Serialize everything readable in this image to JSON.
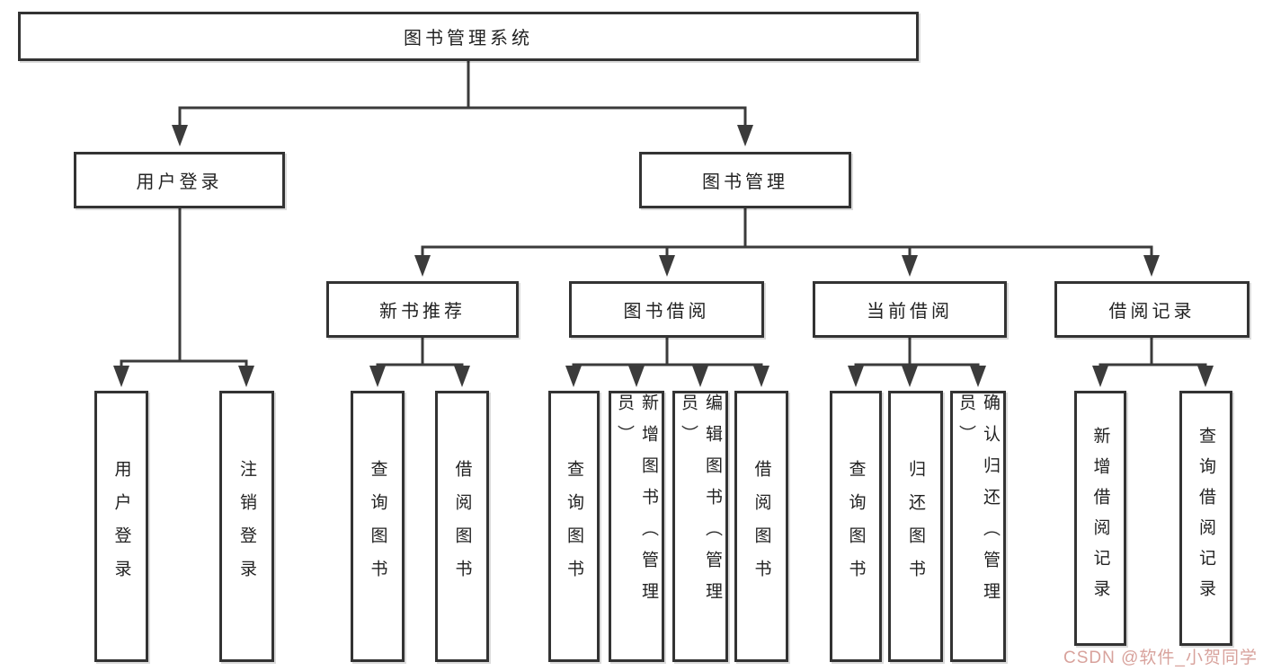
{
  "diagram_title": "图书管理系统",
  "tree": {
    "label": "图书管理系统",
    "children": [
      {
        "label": "用户登录",
        "children": [
          {
            "label": "用户登录"
          },
          {
            "label": "注销登录"
          }
        ]
      },
      {
        "label": "图书管理",
        "children": [
          {
            "label": "新书推荐",
            "children": [
              {
                "label": "查询图书"
              },
              {
                "label": "借阅图书"
              }
            ]
          },
          {
            "label": "图书借阅",
            "children": [
              {
                "label": "查询图书"
              },
              {
                "label": "新增图书（管理员）"
              },
              {
                "label": "编辑图书（管理员）"
              },
              {
                "label": "借阅图书"
              }
            ]
          },
          {
            "label": "当前借阅",
            "children": [
              {
                "label": "查询图书"
              },
              {
                "label": "归还图书"
              },
              {
                "label": "确认归还（管理员）"
              }
            ]
          },
          {
            "label": "借阅记录",
            "children": [
              {
                "label": "新增借阅记录"
              },
              {
                "label": "查询借阅记录"
              }
            ]
          }
        ]
      }
    ]
  },
  "watermark": {
    "text": "CSDN @软件_小贺同学"
  },
  "style": {
    "background": "#ffffff",
    "line_color": "#3b3b3b",
    "box_border_color": "#333333",
    "box_fill": "#ffffff",
    "text_color": "#222222",
    "watermark_color": "#d59b94"
  }
}
